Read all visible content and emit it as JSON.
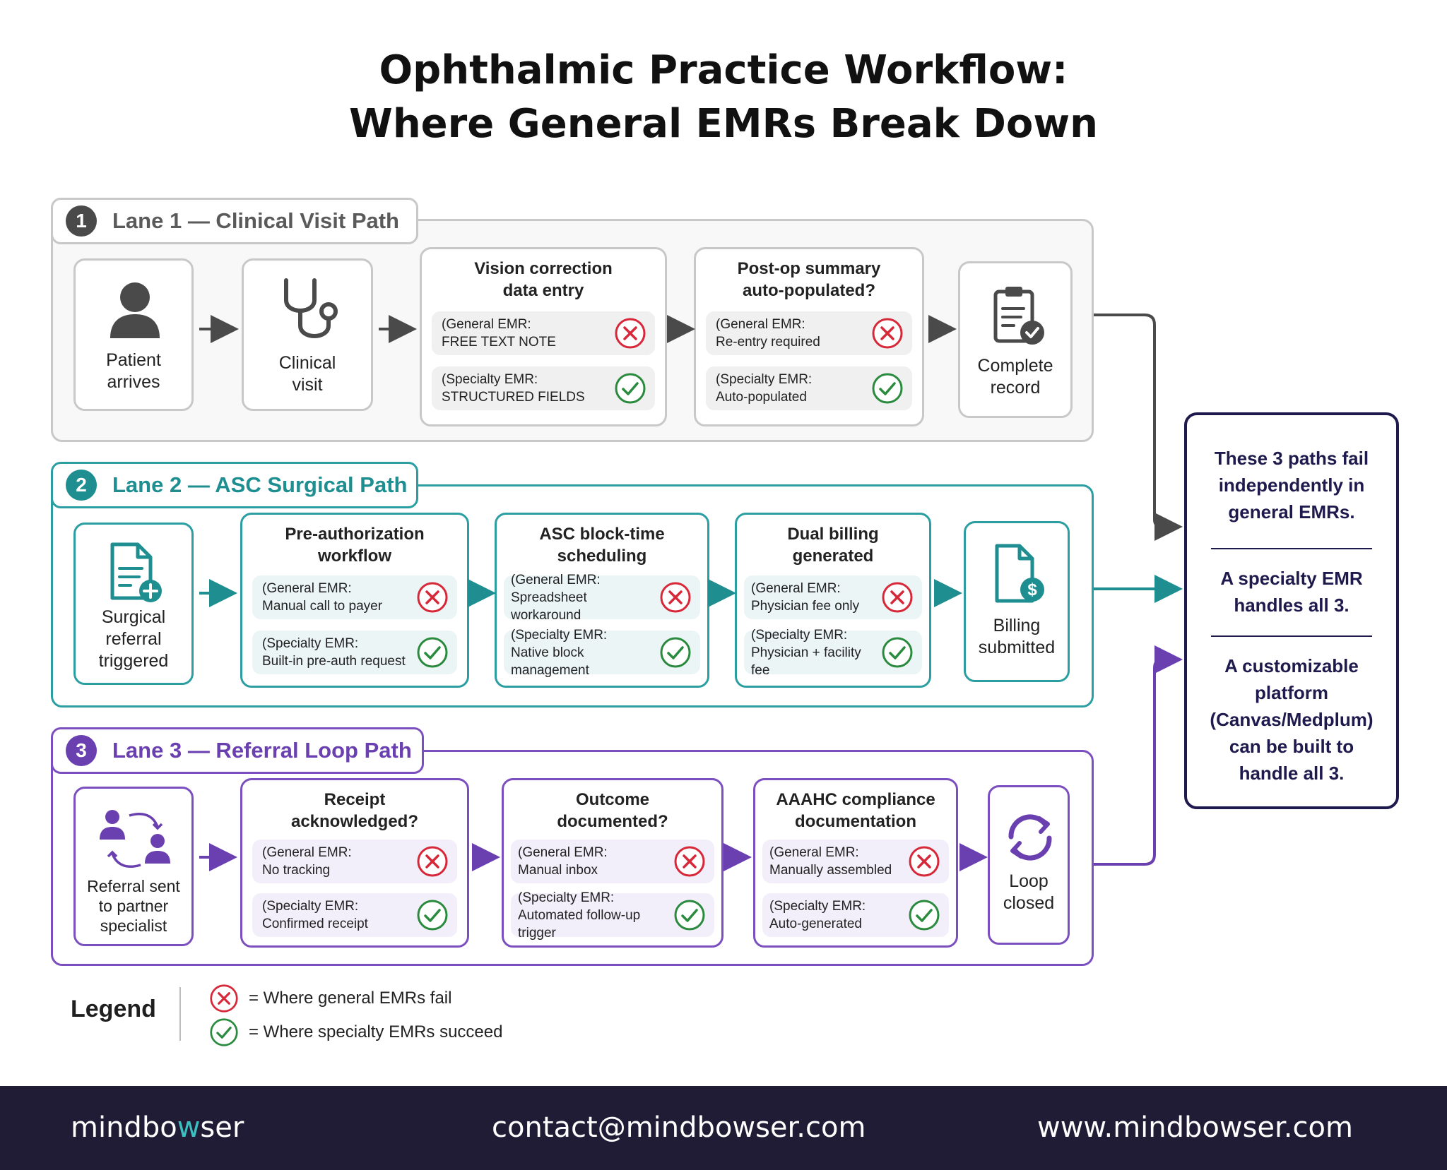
{
  "title": [
    "Ophthalmic Practice Workflow:",
    "Where General EMRs Break Down"
  ],
  "lanes": [
    {
      "number": "1",
      "label": "Lane 1 — Clinical Visit Path",
      "color": "#5a5a5a",
      "start": {
        "icon": "person-icon",
        "label": [
          "Patient",
          "arrives"
        ]
      },
      "second": {
        "icon": "stethoscope-icon",
        "label": [
          "Clinical",
          "visit"
        ]
      },
      "steps": [
        {
          "title": [
            "Vision correction",
            "data entry"
          ],
          "general": "(General EMR:\nFREE TEXT NOTE",
          "specialty": "(Specialty EMR:\nSTRUCTURED FIELDS"
        },
        {
          "title": [
            "Post-op summary",
            "auto-populated?"
          ],
          "general": "(General EMR:\nRe-entry required",
          "specialty": "(Specialty EMR:\nAuto-populated"
        }
      ],
      "end": {
        "icon": "clipboard-check-icon",
        "label": [
          "Complete",
          "record"
        ]
      }
    },
    {
      "number": "2",
      "label": "Lane 2 — ASC Surgical Path",
      "color": "#1e8e90",
      "start": {
        "icon": "document-plus-icon",
        "label": [
          "Surgical",
          "referral",
          "triggered"
        ]
      },
      "steps": [
        {
          "title": [
            "Pre-authorization",
            "workflow"
          ],
          "general": "(General EMR:\nManual call to payer",
          "specialty": "(Specialty EMR:\nBuilt-in pre-auth request"
        },
        {
          "title": [
            "ASC block-time",
            "scheduling"
          ],
          "general": "(General EMR:\nSpreadsheet workaround",
          "specialty": "(Specialty EMR:\nNative block management"
        },
        {
          "title": [
            "Dual billing",
            "generated"
          ],
          "general": "(General EMR:\nPhysician fee only",
          "specialty": "(Specialty EMR:\nPhysician + facility fee"
        }
      ],
      "end": {
        "icon": "document-dollar-icon",
        "label": [
          "Billing",
          "submitted"
        ]
      }
    },
    {
      "number": "3",
      "label": "Lane 3 — Referral Loop Path",
      "color": "#6a3fb0",
      "start": {
        "icon": "people-exchange-icon",
        "label": [
          "Referral sent",
          "to partner",
          "specialist"
        ]
      },
      "steps": [
        {
          "title": [
            "Receipt",
            "acknowledged?"
          ],
          "general": "(General EMR:\nNo tracking",
          "specialty": "(Specialty EMR:\nConfirmed receipt"
        },
        {
          "title": [
            "Outcome",
            "documented?"
          ],
          "general": "(General EMR:\nManual inbox",
          "specialty": "(Specialty EMR:\nAutomated follow-up trigger"
        },
        {
          "title": [
            "AAAHC compliance",
            "documentation"
          ],
          "general": "(General EMR:\nManually assembled",
          "specialty": "(Specialty EMR:\nAuto-generated"
        }
      ],
      "end": {
        "icon": "loop-icon",
        "label": [
          "Loop",
          "closed"
        ]
      }
    }
  ],
  "summary": [
    [
      "These 3 paths fail",
      "independently in",
      "general EMRs."
    ],
    [
      "A specialty EMR",
      "handles all 3."
    ],
    [
      "A customizable",
      "platform",
      "(Canvas/Medplum)",
      "can be built to",
      "handle all 3."
    ]
  ],
  "legend": {
    "title": "Legend",
    "fail": "=  Where general EMRs fail",
    "succeed": "=  Where specialty EMRs succeed"
  },
  "status_colors": {
    "fail": "#d62839",
    "succeed": "#2a8a3e"
  },
  "footer": {
    "brand_pre": "mindb",
    "brand_accent": "o",
    "brand_mid": "w",
    "brand_post": "ser",
    "email": "contact@mindbowser.com",
    "website": "www.mindbowser.com"
  }
}
